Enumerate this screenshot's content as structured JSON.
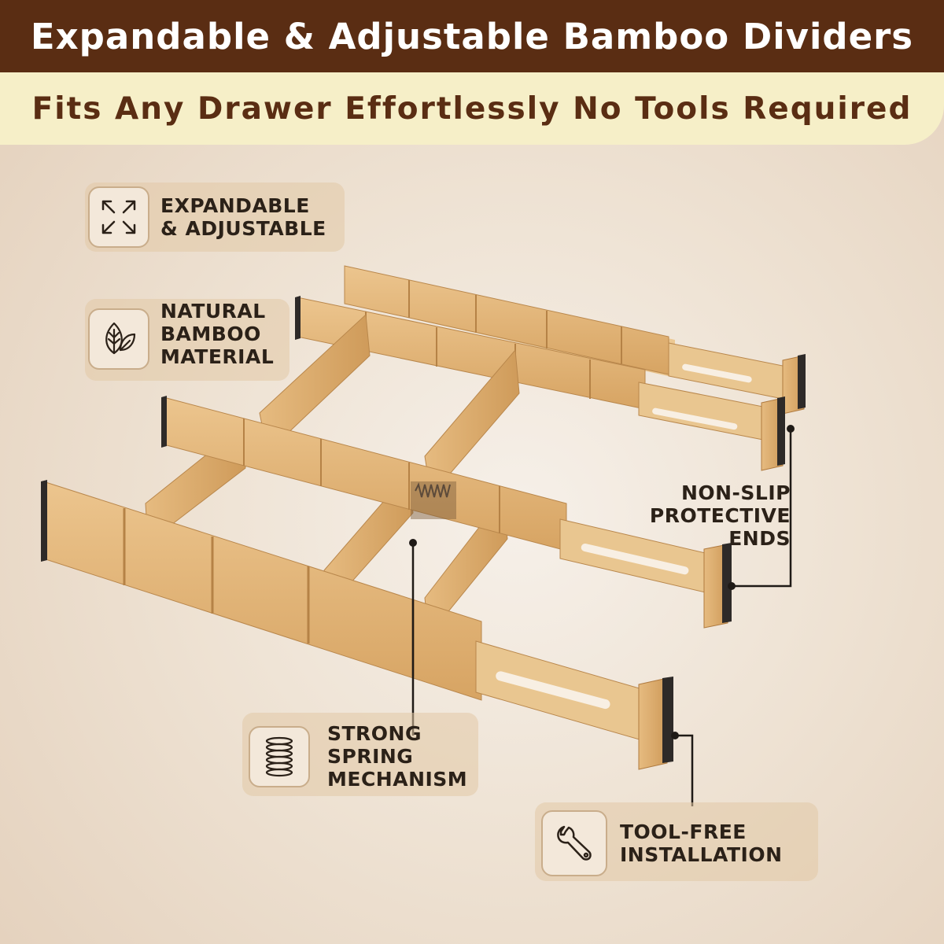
{
  "header": {
    "title": "Expandable & Adjustable Bamboo Dividers"
  },
  "subheader": {
    "title": "Fits Any Drawer Effortlessly No Tools Required"
  },
  "features": {
    "expandable": {
      "icon": "expand-arrows-icon",
      "line1": "EXPANDABLE",
      "line2": "& ADJUSTABLE"
    },
    "bamboo": {
      "icon": "leaf-icon",
      "line1": "NATURAL",
      "line2": "BAMBOO",
      "line3": "MATERIAL"
    },
    "nonslip": {
      "line1": "NON-SLIP",
      "line2": "PROTECTIVE",
      "line3": "ENDS"
    },
    "spring": {
      "icon": "spring-coil-icon",
      "line1": "STRONG",
      "line2": "SPRING",
      "line3": "MECHANISM"
    },
    "toolfree": {
      "icon": "wrench-icon",
      "line1": "TOOL-FREE",
      "line2": "INSTALLATION"
    }
  },
  "colors": {
    "header_bg": "#5a2d13",
    "subheader_bg": "#f6efc8",
    "bamboo": "#e2b67a",
    "bamboo_dark": "#c48f4f",
    "rubber_end": "#2e2a28"
  }
}
